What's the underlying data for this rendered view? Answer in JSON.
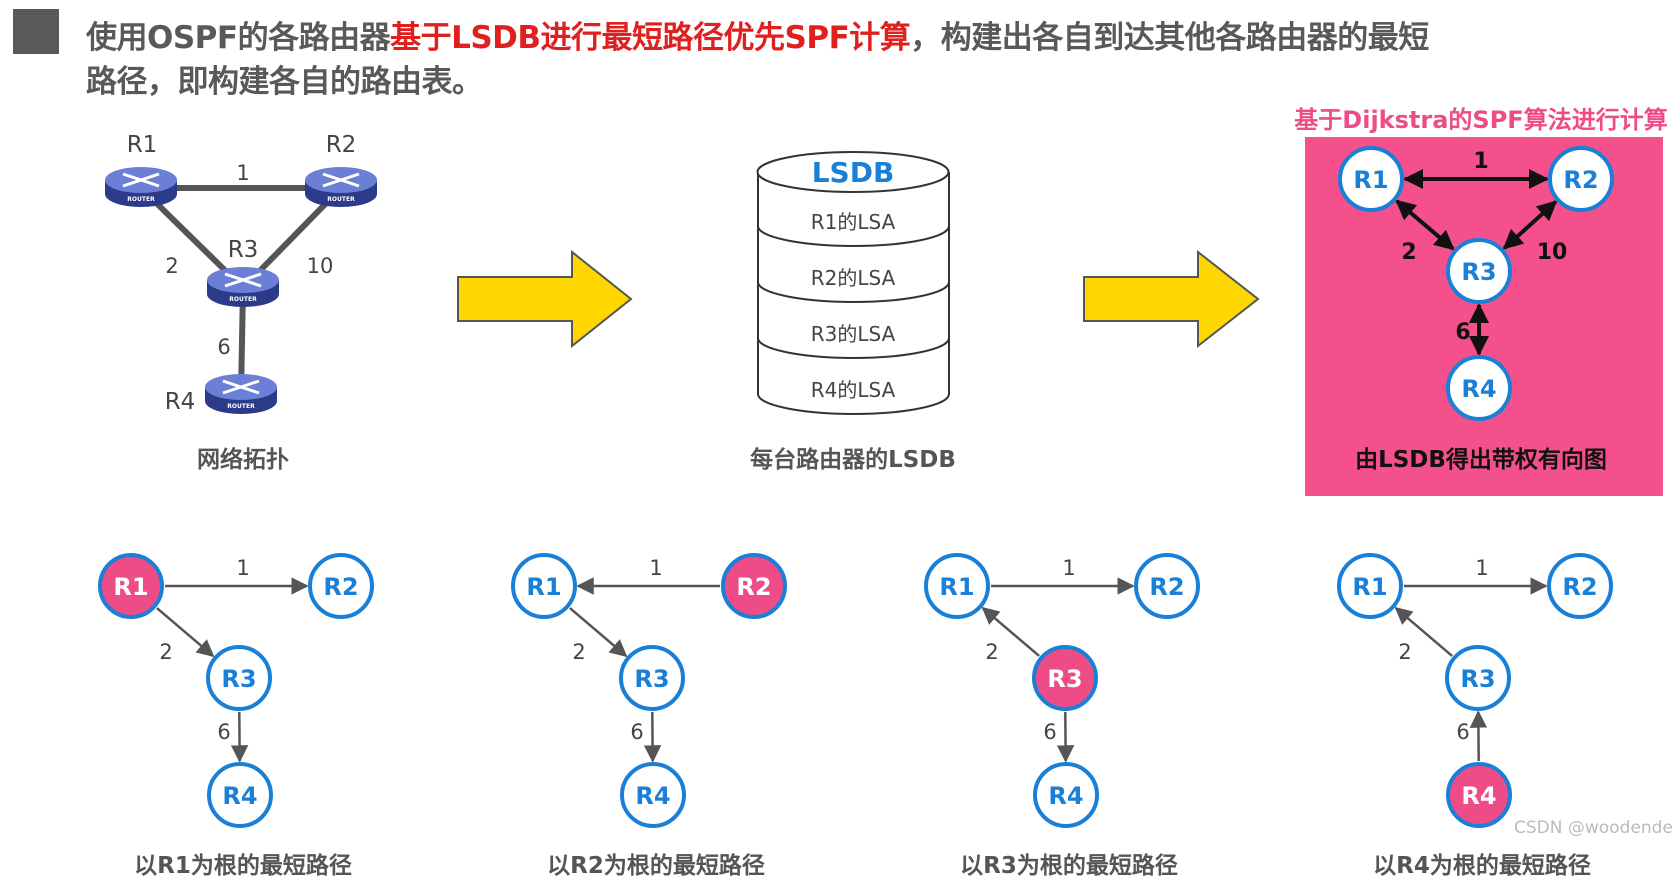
{
  "header": {
    "line1_pre": "使用OSPF的各路由器",
    "line1_highlight": "基于LSDB进行最短路径优先SPF计算",
    "line1_post": "，构建出各自到达其他各路由器的最短",
    "line2": "路径，即构建各自的路由表。"
  },
  "topology": {
    "routers": [
      "R1",
      "R2",
      "R3",
      "R4"
    ],
    "router_icon_label": "ROUTER",
    "links": [
      {
        "a": "R1",
        "b": "R2",
        "cost": "1"
      },
      {
        "a": "R1",
        "b": "R3",
        "cost": "2"
      },
      {
        "a": "R2",
        "b": "R3",
        "cost": "10"
      },
      {
        "a": "R3",
        "b": "R4",
        "cost": "6"
      }
    ],
    "caption": "网络拓扑"
  },
  "lsdb": {
    "title": "LSDB",
    "rows": [
      "R1的LSA",
      "R2的LSA",
      "R3的LSA",
      "R4的LSA"
    ],
    "caption": "每台路由器的LSDB"
  },
  "graph": {
    "title": "基于Dijkstra的SPF算法进行计算",
    "caption": "由LSDB得出带权有向图",
    "background": "#f4508c"
  },
  "trees": [
    {
      "root": "R1",
      "caption": "以R1为根的最短路径",
      "edges": [
        {
          "from": "R1",
          "to": "R2",
          "w": "1"
        },
        {
          "from": "R1",
          "to": "R3",
          "w": "2"
        },
        {
          "from": "R3",
          "to": "R4",
          "w": "6"
        }
      ]
    },
    {
      "root": "R2",
      "caption": "以R2为根的最短路径",
      "edges": [
        {
          "from": "R2",
          "to": "R1",
          "w": "1"
        },
        {
          "from": "R1",
          "to": "R3",
          "w": "2"
        },
        {
          "from": "R3",
          "to": "R4",
          "w": "6"
        }
      ]
    },
    {
      "root": "R3",
      "caption": "以R3为根的最短路径",
      "edges": [
        {
          "from": "R1",
          "to": "R2",
          "w": "1"
        },
        {
          "from": "R3",
          "to": "R1",
          "w": "2"
        },
        {
          "from": "R3",
          "to": "R4",
          "w": "6"
        }
      ]
    },
    {
      "root": "R4",
      "caption": "以R4为根的最短路径",
      "edges": [
        {
          "from": "R1",
          "to": "R2",
          "w": "1"
        },
        {
          "from": "R3",
          "to": "R1",
          "w": "2"
        },
        {
          "from": "R4",
          "to": "R3",
          "w": "6"
        }
      ]
    }
  ],
  "colors": {
    "node_border": "#1a7fd6",
    "node_text": "#1a7fd6",
    "root_fill": "#ee4c87",
    "arrow": "#ffd700",
    "arrow_border": "#555555"
  },
  "watermark": "CSDN @woodendeku"
}
